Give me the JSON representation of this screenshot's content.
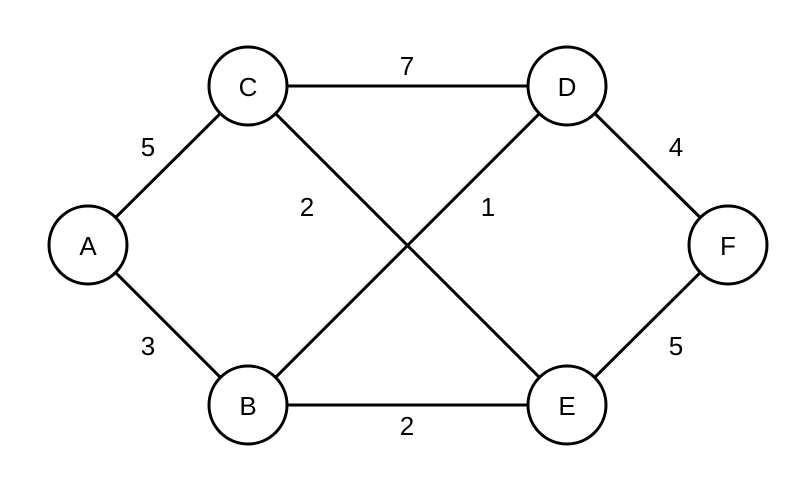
{
  "graph": {
    "nodes": [
      {
        "id": "A",
        "label": "A"
      },
      {
        "id": "B",
        "label": "B"
      },
      {
        "id": "C",
        "label": "C"
      },
      {
        "id": "D",
        "label": "D"
      },
      {
        "id": "E",
        "label": "E"
      },
      {
        "id": "F",
        "label": "F"
      }
    ],
    "edges": [
      {
        "from": "A",
        "to": "C",
        "weight": "5"
      },
      {
        "from": "A",
        "to": "B",
        "weight": "3"
      },
      {
        "from": "C",
        "to": "D",
        "weight": "7"
      },
      {
        "from": "C",
        "to": "E",
        "weight": "2"
      },
      {
        "from": "B",
        "to": "D",
        "weight": "1"
      },
      {
        "from": "B",
        "to": "E",
        "weight": "2"
      },
      {
        "from": "D",
        "to": "F",
        "weight": "4"
      },
      {
        "from": "E",
        "to": "F",
        "weight": "5"
      }
    ]
  }
}
